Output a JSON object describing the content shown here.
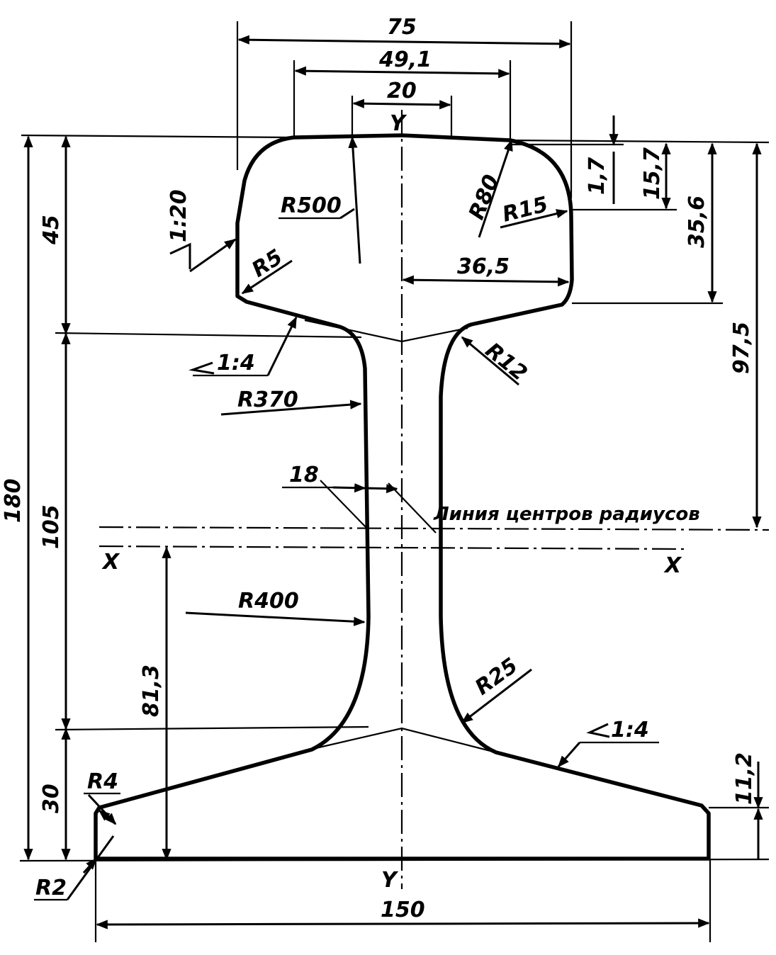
{
  "diagram": {
    "axis_labels": {
      "y_top": "Y",
      "y_bottom": "Y",
      "x_left": "X",
      "x_right": "X"
    },
    "dimensions": {
      "head_width": "75",
      "head_crown_width": "49,1",
      "head_top_flat": "20",
      "total_height": "180",
      "head_height": "45",
      "web_height": "105",
      "foot_height": "30",
      "crown_drop": "1,7",
      "r15_depth": "15,7",
      "head_side_height": "35,6",
      "neutral_to_top": "97,5",
      "neutral_to_base": "81,3",
      "half_head_width": "36,5",
      "web_thickness": "18",
      "foot_edge_height": "11,2",
      "base_width": "150"
    },
    "radii": {
      "r500": "R500",
      "r80": "R80",
      "r15": "R15",
      "r5": "R5",
      "r12": "R12",
      "r370": "R370",
      "r400": "R400",
      "r25": "R25",
      "r4": "R4",
      "r2": "R2"
    },
    "slopes": {
      "head_side": "1:20",
      "head_underside": "1:4",
      "foot_top": "1:4"
    },
    "note": "Линия центров радиусов"
  }
}
